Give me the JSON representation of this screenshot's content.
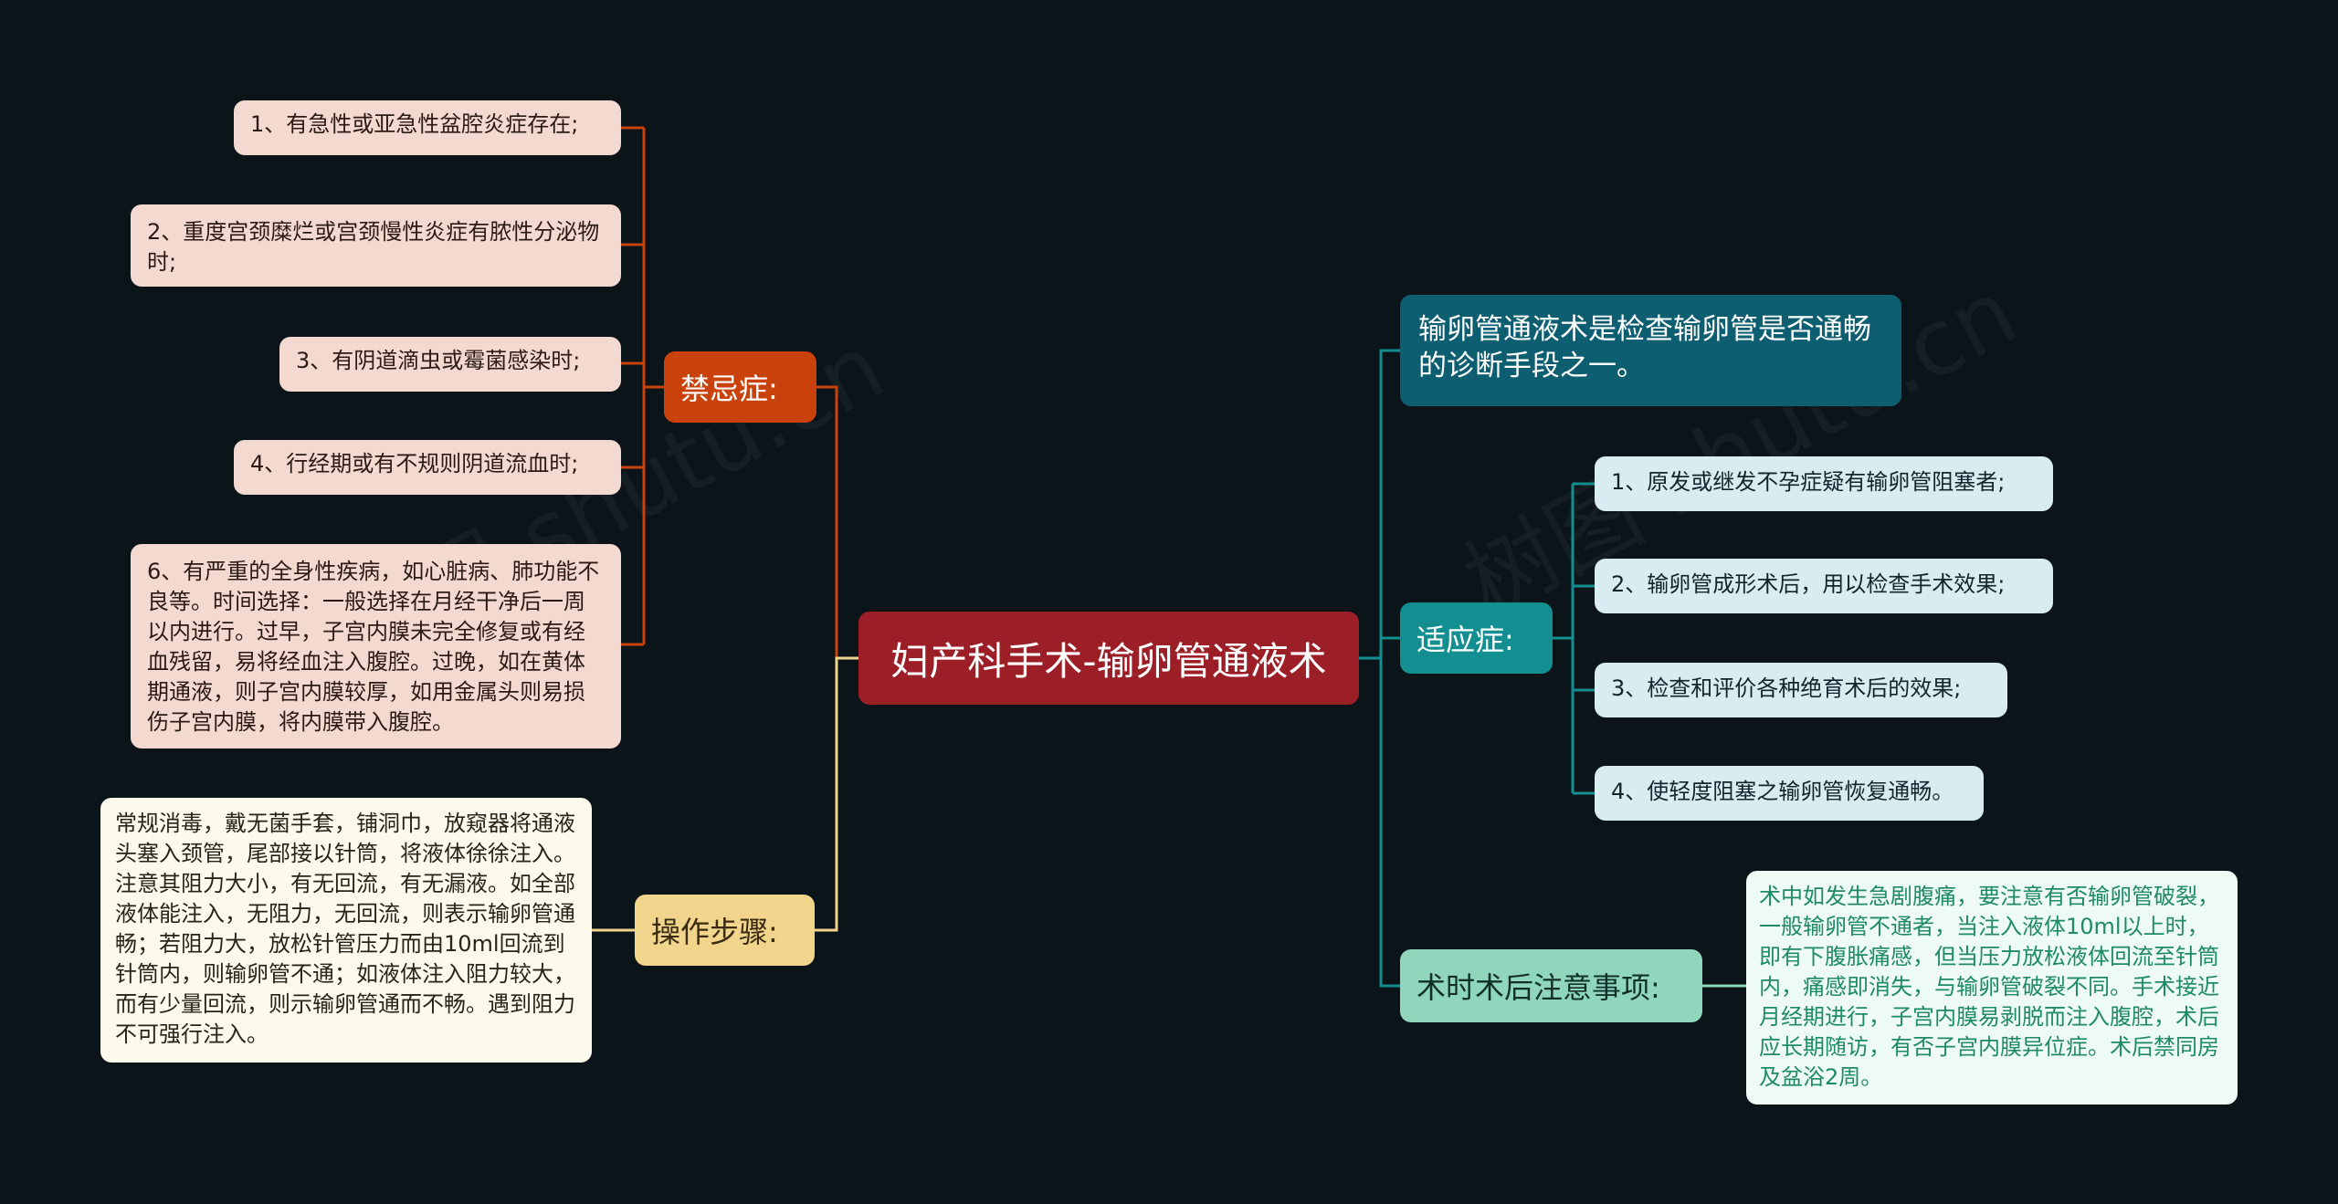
{
  "root": {
    "title": "妇产科手术-输卵管通液术"
  },
  "colors": {
    "background": "#0b1419",
    "root": "#9c1f27",
    "contraindications": "#c9420c",
    "steps": "#f2d58c",
    "intro": "#0d5e70",
    "indications": "#138f91",
    "notes": "#8fd6bd"
  },
  "watermark": {
    "text": "树图 shutu.cn"
  },
  "branches": {
    "contraindications": {
      "label": "禁忌症:",
      "items": [
        "1、有急性或亚急性盆腔炎症存在;",
        "2、重度宫颈糜烂或宫颈慢性炎症有脓性分泌物时;",
        "3、有阴道滴虫或霉菌感染时;",
        "4、行经期或有不规则阴道流血时;",
        "6、有严重的全身性疾病，如心脏病、肺功能不良等。时间选择：一般选择在月经干净后一周以内进行。过早，子宫内膜未完全修复或有经血残留，易将经血注入腹腔。过晚，如在黄体期通液，则子宫内膜较厚，如用金属头则易损伤子宫内膜，将内膜带入腹腔。"
      ]
    },
    "steps": {
      "label": "操作步骤:",
      "items": [
        "常规消毒，戴无菌手套，铺洞巾，放窥器将通液头塞入颈管，尾部接以针筒，将液体徐徐注入。注意其阻力大小，有无回流，有无漏液。如全部液体能注入，无阻力，无回流，则表示输卵管通畅；若阻力大，放松针管压力而由10ml回流到针筒内，则输卵管不通；如液体注入阻力较大，而有少量回流，则示输卵管通而不畅。遇到阻力不可强行注入。"
      ]
    },
    "intro": {
      "label": "输卵管通液术是检查输卵管是否通畅的诊断手段之一。"
    },
    "indications": {
      "label": "适应症:",
      "items": [
        "1、原发或继发不孕症疑有输卵管阻塞者;",
        "2、输卵管成形术后，用以检查手术效果;",
        "3、检查和评价各种绝育术后的效果;",
        "4、使轻度阻塞之输卵管恢复通畅。"
      ]
    },
    "notes": {
      "label": "术时术后注意事项:",
      "items": [
        "术中如发生急剧腹痛，要注意有否输卵管破裂，一般输卵管不通者，当注入液体10ml以上时，即有下腹胀痛感，但当压力放松液体回流至针筒内，痛感即消失，与输卵管破裂不同。手术接近月经期进行，子宫内膜易剥脱而注入腹腔，术后应长期随访，有否子宫内膜异位症。术后禁同房及盆浴2周。"
      ]
    }
  }
}
